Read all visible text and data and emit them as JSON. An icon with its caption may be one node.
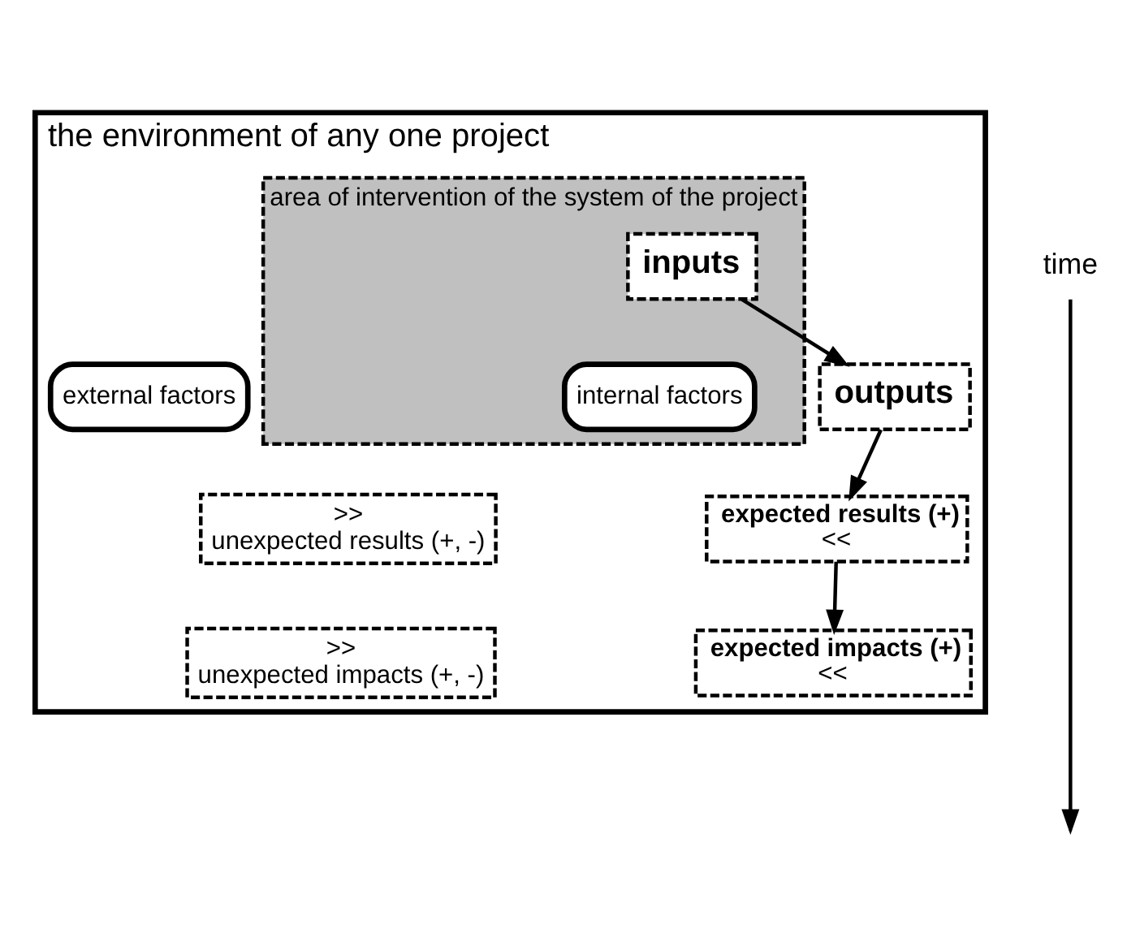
{
  "diagram": {
    "nodes": [
      {
        "text": [
          "the environment of any one project"
        ]
      },
      {
        "text": [
          "area of intervention of the system of the project"
        ],
        "in": 0
      },
      {
        "text": [
          "inputs"
        ],
        "in": 1
      },
      {
        "text": [
          "outputs"
        ],
        "in": 0
      },
      {
        "text": [
          "internal factors"
        ],
        "in": 1
      },
      {
        "text": [
          "external factors"
        ],
        "in": 0
      },
      {
        "text": [
          "expected results (+)",
          "<<"
        ],
        "in": 0
      },
      {
        "text": [
          ">>",
          "unexpected results (+, -)"
        ],
        "in": 0
      },
      {
        "text": [
          "expected impacts (+)",
          "<<"
        ],
        "in": 0
      },
      {
        "text": [
          ">>",
          "unexpected impacts (+, -)"
        ],
        "in": 0
      }
    ],
    "edges": [
      {
        "from": 2,
        "to": 3,
        "arrow": "to"
      },
      {
        "from": 3,
        "to": 6,
        "arrow": "to"
      },
      {
        "from": 6,
        "to": 8,
        "arrow": "to"
      }
    ],
    "labels": [
      "time"
    ]
  }
}
